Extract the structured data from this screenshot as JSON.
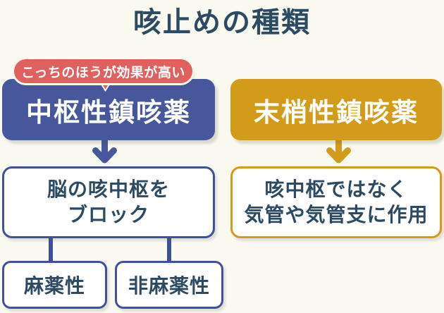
{
  "page": {
    "title": "咳止めの種類",
    "background_color": "#faf9f0"
  },
  "colors": {
    "navy_text": "#2d4a63",
    "blue_box": "#46579c",
    "blue_border": "#3e509e",
    "gold": "#d39b1a",
    "red_callout": "#e06060",
    "box_fill": "#ffffff"
  },
  "callout": {
    "label": "こっちのほうが効果が高い",
    "points_to": "中枢性鎮咳薬"
  },
  "left_branch": {
    "header": "中枢性鎮咳薬",
    "arrow_icon": "down-arrow-icon",
    "description_line1": "脳の咳中枢を",
    "description_line2": "ブロック",
    "children": [
      {
        "label": "麻薬性"
      },
      {
        "label": "非麻薬性"
      }
    ]
  },
  "right_branch": {
    "header": "末梢性鎮咳薬",
    "arrow_icon": "down-arrow-icon",
    "description_line1": "咳中枢ではなく",
    "description_line2": "気管や気管支に作用"
  }
}
